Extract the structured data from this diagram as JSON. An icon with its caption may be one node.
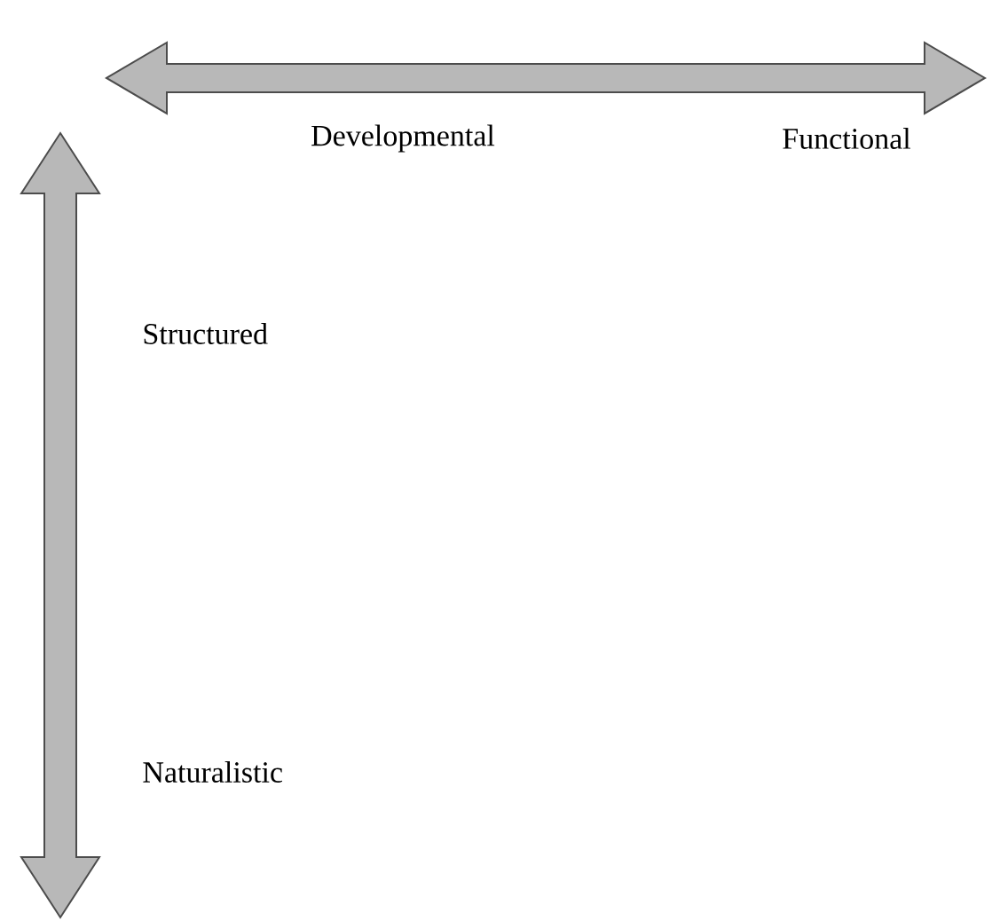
{
  "diagram": {
    "labels": [
      "Developmental",
      "Functional",
      "Structured",
      "Naturalistic"
    ]
  }
}
